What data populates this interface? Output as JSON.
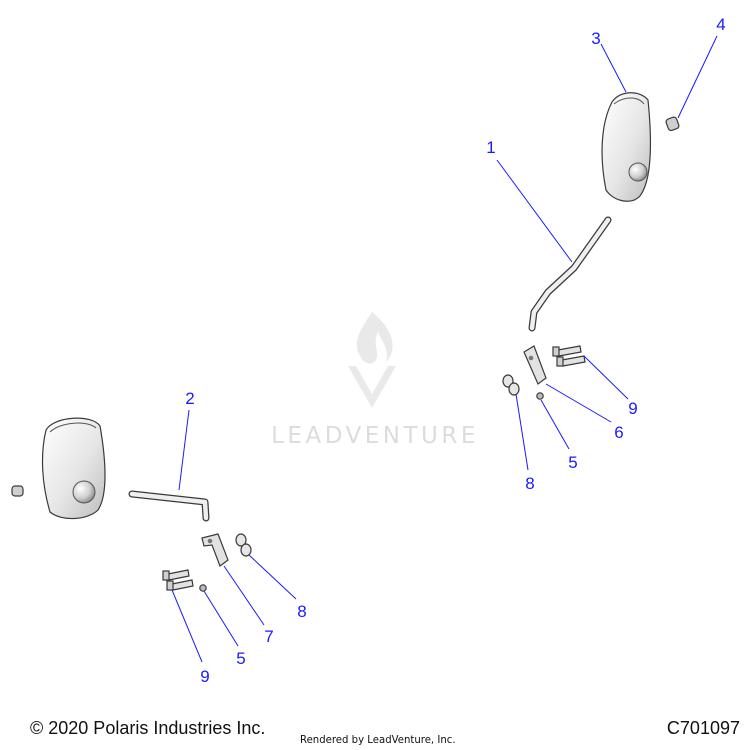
{
  "callouts": {
    "c1": "1",
    "c2": "2",
    "c3": "3",
    "c4": "4",
    "c5a": "5",
    "c5b": "5",
    "c6": "6",
    "c7": "7",
    "c8a": "8",
    "c8b": "8",
    "c9a": "9",
    "c9b": "9"
  },
  "watermark": {
    "text": "LEADVENTURE"
  },
  "footer": {
    "copyright": "© 2020 Polaris Industries Inc.",
    "rendered_by": "Rendered by LeadVenture, Inc.",
    "diagram_code": "C701097"
  },
  "colors": {
    "callout": "#1a1aff",
    "part_fill": "#ededed",
    "part_stroke": "#3a3a3a",
    "watermark": "#dcdcdc"
  }
}
